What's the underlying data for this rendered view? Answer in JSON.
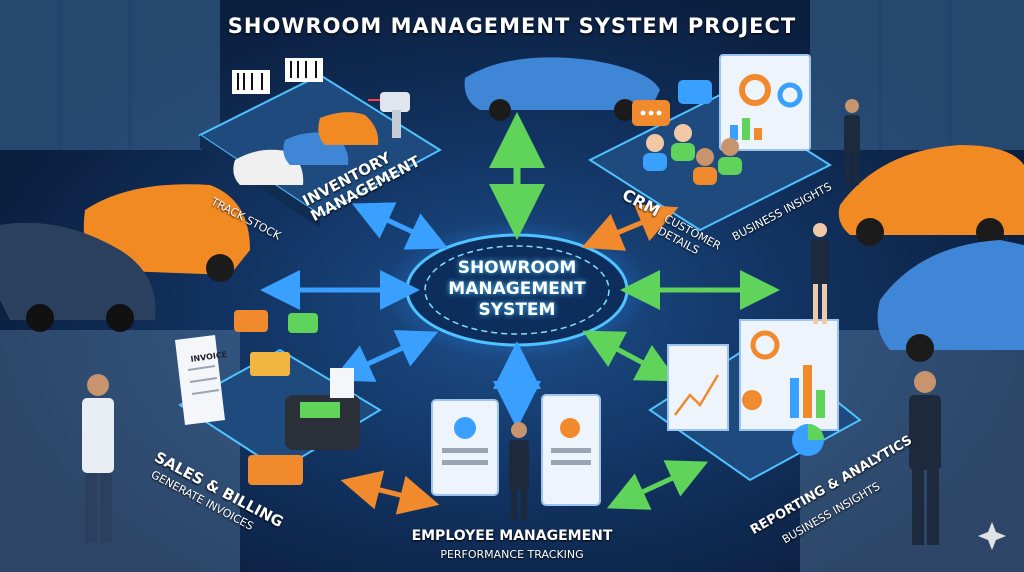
{
  "title": "SHOWROOM MANAGEMENT SYSTEM PROJECT",
  "hub": {
    "line1": "SHOWROOM",
    "line2": "MANAGEMENT",
    "line3": "SYSTEM"
  },
  "modules": {
    "inventory": {
      "line1": "INVENTORY",
      "line2": "MANAGEMENT",
      "sub": "TRACK STOCK"
    },
    "crm": {
      "title": "CRM",
      "sub1": "CUSTOMER",
      "sub2": "DETAILS",
      "side": "BUSINESS INSIGHTS"
    },
    "sales": {
      "title": "SALES & BILLING",
      "sub": "GENERATE INVOICES",
      "invoice_label": "INVOICE"
    },
    "employee": {
      "title": "EMPLOYEE MANAGEMENT",
      "sub": "PERFORMANCE TRACKING"
    },
    "reporting": {
      "title": "REPORTING & ANALYTICS",
      "sub": "BUSINESS INSIGHTS"
    }
  },
  "colors": {
    "blue_arrow": "#3aa0ff",
    "green_arrow": "#5fd35a",
    "orange_arrow": "#f08a2c",
    "platform": "#1e4a7e",
    "accent": "#4fc3ff"
  },
  "icons": [
    "car-icon",
    "barcode-scanner-icon",
    "chat-bubble-icon",
    "people-icon",
    "bar-chart-icon",
    "pie-chart-icon",
    "receipt-icon",
    "card-terminal-icon",
    "id-card-icon",
    "sparkle-icon"
  ]
}
